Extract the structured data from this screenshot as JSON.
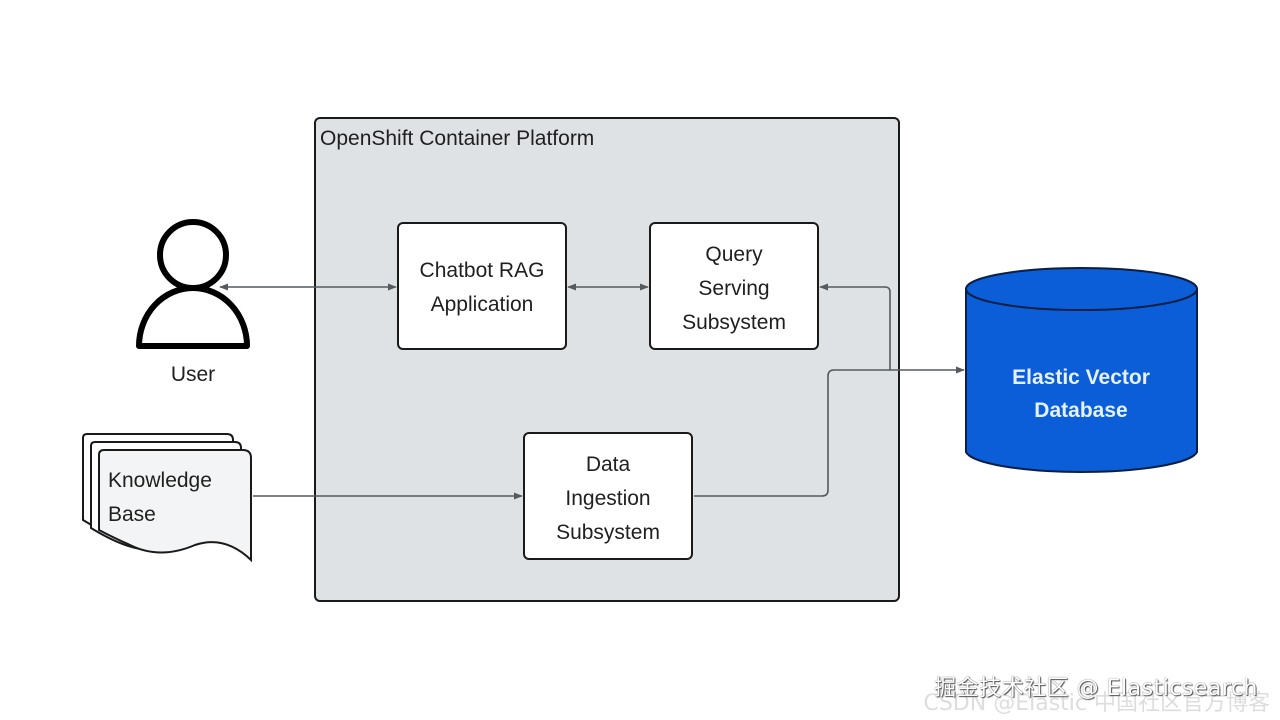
{
  "diagram": {
    "container": {
      "label": "OpenShift Container Platform",
      "fill": "#dfe2e5"
    },
    "user": {
      "label": "User"
    },
    "knowledge_base": {
      "line1": "Knowledge",
      "line2": "Base",
      "fill": "#f3f4f5"
    },
    "chatbot": {
      "line1": "Chatbot RAG",
      "line2": "Application"
    },
    "query": {
      "line1": "Query",
      "line2": "Serving",
      "line3": "Subsystem"
    },
    "ingestion": {
      "line1": "Data",
      "line2": "Ingestion",
      "line3": "Subsystem"
    },
    "database": {
      "line1": "Elastic Vector",
      "line2": "Database",
      "fill": "#0b5ed7",
      "text_color": "#e6f1ff"
    },
    "connectors": [
      {
        "from": "User",
        "to": "Chatbot RAG Application",
        "direction": "bidirectional"
      },
      {
        "from": "Chatbot RAG Application",
        "to": "Query Serving Subsystem",
        "direction": "bidirectional"
      },
      {
        "from": "Query Serving Subsystem",
        "to": "Elastic Vector Database",
        "direction": "bidirectional"
      },
      {
        "from": "Knowledge Base",
        "to": "Data Ingestion Subsystem",
        "direction": "one-way"
      },
      {
        "from": "Data Ingestion Subsystem",
        "to": "Elastic Vector Database",
        "direction": "one-way"
      }
    ],
    "line_color": "#555a5e"
  },
  "watermark": {
    "primary": "掘金技术社区 @ Elasticsearch",
    "secondary": "CSDN @Elastic 中国社区官方博客"
  }
}
